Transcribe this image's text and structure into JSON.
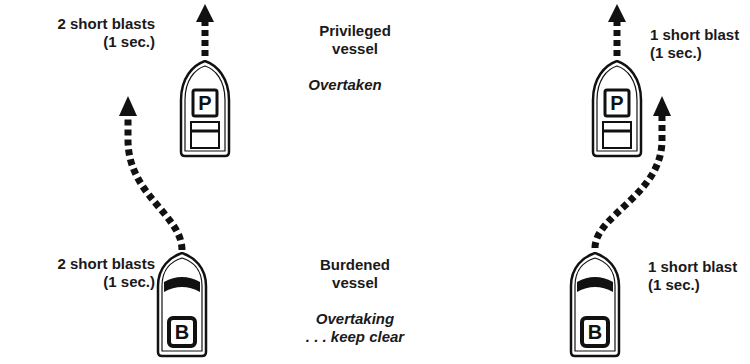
{
  "diagram": {
    "nodes": [
      {
        "text": [
          "P"
        ]
      },
      {
        "text": [
          "P"
        ]
      },
      {
        "text": [
          "B"
        ]
      },
      {
        "text": [
          "B"
        ]
      }
    ],
    "labels": [
      "2 short blasts (1 sec.)",
      "Privileged vessel",
      "1 short blast (1 sec.)",
      "Overtaken",
      "2 short blasts (1 sec.)",
      "Burdened vessel",
      "1 short blast (1 sec.)",
      "Overtaking . . . keep clear"
    ]
  }
}
